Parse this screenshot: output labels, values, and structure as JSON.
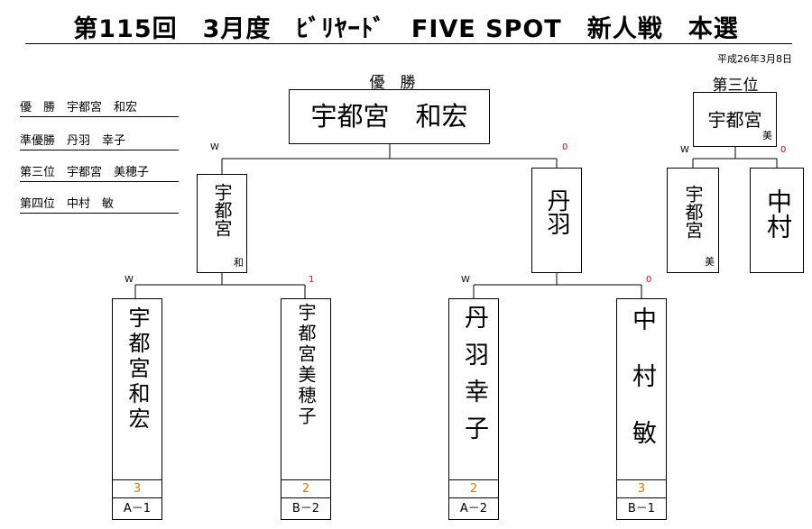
{
  "title": "第115回　3月度　ﾋﾞﾘﾔｰﾄﾞ　FIVE SPOT　新人戦　本選",
  "date": "平成26年3月8日",
  "results": [
    {
      "label": "優　勝　宇都宮　和宏"
    },
    {
      "label": "準優勝　丹羽　幸子"
    },
    {
      "label": "第三位　宇都宮　美穂子"
    },
    {
      "label": "第四位　中村　敏"
    }
  ],
  "champion": {
    "header": "優　勝",
    "name": "宇都宮　和宏"
  },
  "third_place": {
    "header": "第三位",
    "name": "宇都宮",
    "sub": "美"
  },
  "final": {
    "left": {
      "name": "宇都宮",
      "sub": "和",
      "score": "W"
    },
    "right": {
      "name": "丹羽",
      "score": "0"
    }
  },
  "third_match": {
    "left": {
      "name": "宇都宮",
      "sub": "美",
      "score": "W"
    },
    "right": {
      "name": "中村",
      "score": "0"
    }
  },
  "semis": [
    {
      "top_score": "W",
      "name": "宇都宮和宏",
      "seed": "3",
      "block": "A－1"
    },
    {
      "top_score": "1",
      "name": "宇都宮美穂子",
      "seed": "2",
      "block": "B－2"
    },
    {
      "top_score": "W",
      "name": "丹羽幸子",
      "seed": "2",
      "block": "A－2"
    },
    {
      "top_score": "0",
      "name": "中村敏",
      "seed": "3",
      "block": "B－1"
    }
  ]
}
